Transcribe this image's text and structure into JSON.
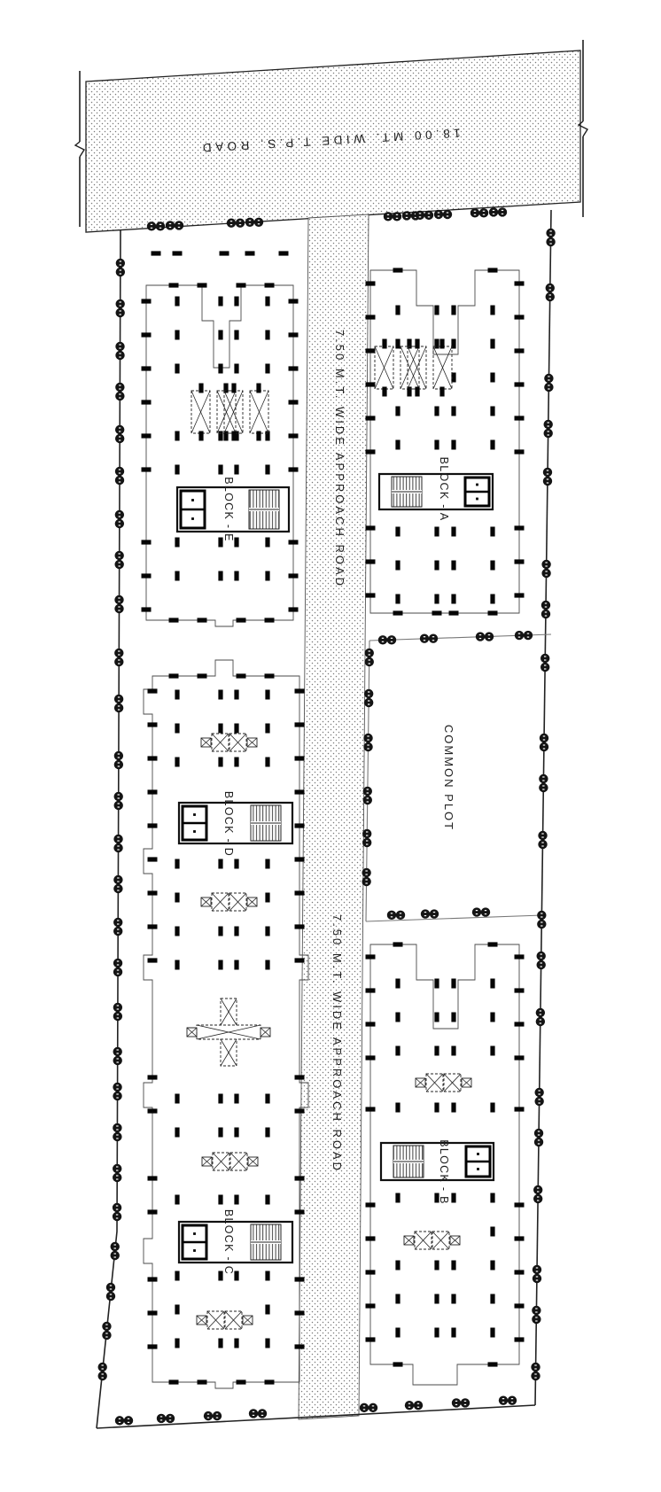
{
  "drawing_type": "site-plan",
  "roads": {
    "tps_road": {
      "label": "18.00 MT. WIDE T.P.S. ROAD"
    },
    "approach_upper": {
      "label": "7.50 M.T. WIDE APPROACH ROAD"
    },
    "approach_lower": {
      "label": "7.50 M.T. WIDE APPROACH ROAD"
    }
  },
  "areas": {
    "common_plot": {
      "label": "COMMON PLOT"
    }
  },
  "blocks": {
    "e": {
      "label": "BLOCK - E"
    },
    "a": {
      "label": "BLOCK - A"
    },
    "d": {
      "label": "BLOCK - D"
    },
    "c": {
      "label": "BLOCK - C"
    },
    "b": {
      "label": "BLOCK - B"
    }
  },
  "icons": {
    "parking": "two-wheeler-parking-icon",
    "stair": "staircase-icon",
    "lift": "lift-shaft-icon",
    "column_cluster": "x-column-cluster-icon",
    "break_mark": "line-break-icon"
  },
  "colors": {
    "paper": "#ffffff",
    "ink": "#1f1f1f",
    "boundary": "#222222",
    "outline": "#4a4a4a",
    "column": "#050505",
    "hatch_dot": "#7a7a7a",
    "common_line": "#777777"
  }
}
